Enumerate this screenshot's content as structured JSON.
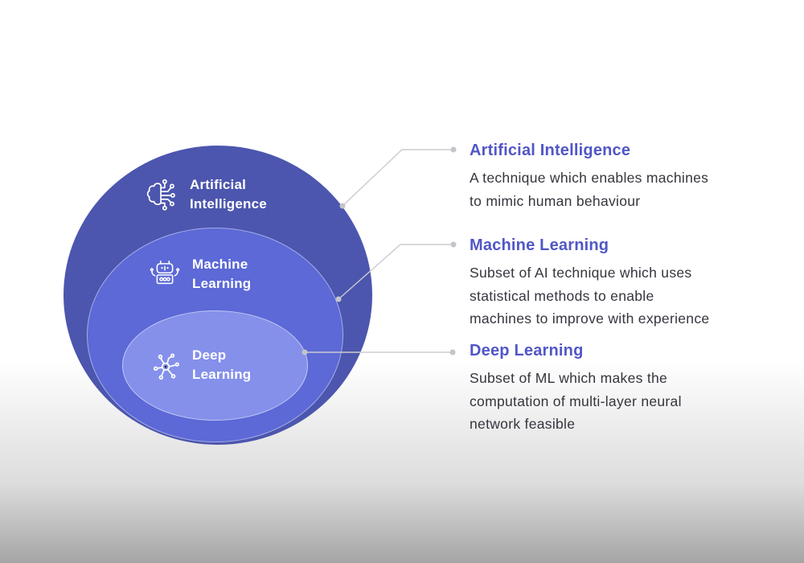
{
  "diagram": {
    "rings": [
      {
        "label_line1": "Artificial",
        "label_line2": "Intelligence",
        "icon": "brain-circuit-icon",
        "fill": "#4c56ae"
      },
      {
        "label_line1": "Machine",
        "label_line2": "Learning",
        "icon": "robot-icon",
        "fill": "#5c69d6"
      },
      {
        "label_line1": "Deep",
        "label_line2": "Learning",
        "icon": "neural-network-icon",
        "fill": "#8490ea"
      }
    ]
  },
  "sections": [
    {
      "heading": "Artificial Intelligence",
      "lines": [
        "A technique which enables machines",
        "to mimic human behaviour"
      ]
    },
    {
      "heading": "Machine Learning",
      "lines": [
        "Subset of AI technique which uses",
        "statistical methods to enable",
        "machines to improve with experience"
      ]
    },
    {
      "heading": "Deep Learning",
      "lines": [
        "Subset of ML which makes the",
        "computation of multi-layer neural",
        "network feasible"
      ]
    }
  ],
  "colors": {
    "heading": "#5156c6",
    "body_text": "#35353e",
    "ring_outer": "#4c56ae",
    "ring_middle": "#5c69d6",
    "ring_inner": "#8490ea",
    "ring_label_text": "#ffffff",
    "connector_line": "#ccccd2",
    "connector_dot": "#c4c4cb",
    "background_top": "#ffffff",
    "background_bottom": "#a5a5a5"
  }
}
